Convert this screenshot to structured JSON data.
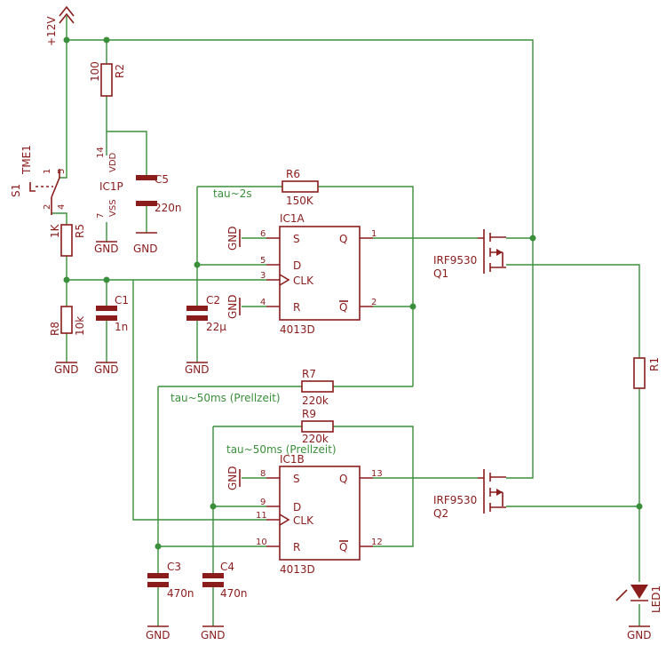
{
  "schematic": {
    "supply": {
      "label": "+12V"
    },
    "gnd_label": "GND",
    "r2": {
      "name": "R2",
      "value": "100"
    },
    "ic1p": {
      "name": "IC1P",
      "vdd_pin": "14",
      "vdd": "VDD",
      "vss_pin": "7",
      "vss": "VSS"
    },
    "c5": {
      "name": "C5",
      "value": "220n"
    },
    "s1": {
      "name": "S1",
      "type": "TME1",
      "pins": [
        "1",
        "5",
        "2",
        "4"
      ]
    },
    "r5": {
      "name": "R5",
      "value": "1K"
    },
    "r8": {
      "name": "R8",
      "value": "10k"
    },
    "c1": {
      "name": "C1",
      "value": "1n"
    },
    "c2": {
      "name": "C2",
      "value": "22µ"
    },
    "c3": {
      "name": "C3",
      "value": "470n"
    },
    "c4": {
      "name": "C4",
      "value": "470n"
    },
    "r6": {
      "name": "R6",
      "value": "150K"
    },
    "r7": {
      "name": "R7",
      "value": "220k"
    },
    "r9": {
      "name": "R9",
      "value": "220k"
    },
    "r1": {
      "name": "R1"
    },
    "led1": {
      "name": "LED1"
    },
    "ic1a": {
      "name": "IC1A",
      "part": "4013D",
      "pins": {
        "S": "S",
        "D": "D",
        "CLK": "CLK",
        "R": "R",
        "Q": "Q",
        "QN": "Q"
      },
      "pin_numbers": {
        "S": "6",
        "D": "5",
        "CLK": "3",
        "R": "4",
        "Q": "1",
        "QN": "2"
      }
    },
    "ic1b": {
      "name": "IC1B",
      "part": "4013D",
      "pins": {
        "S": "S",
        "D": "D",
        "CLK": "CLK",
        "R": "R",
        "Q": "Q",
        "QN": "Q"
      },
      "pin_numbers": {
        "S": "8",
        "D": "9",
        "CLK": "11",
        "R": "10",
        "Q": "13",
        "QN": "12"
      }
    },
    "q1": {
      "name": "Q1",
      "type": "IRF9530"
    },
    "q2": {
      "name": "Q2",
      "type": "IRF9530"
    },
    "notes": {
      "tau_a": "tau~2s",
      "tau_b": "tau~50ms (Prellzeit)",
      "tau_c": "tau~50ms (Prellzeit)"
    }
  }
}
